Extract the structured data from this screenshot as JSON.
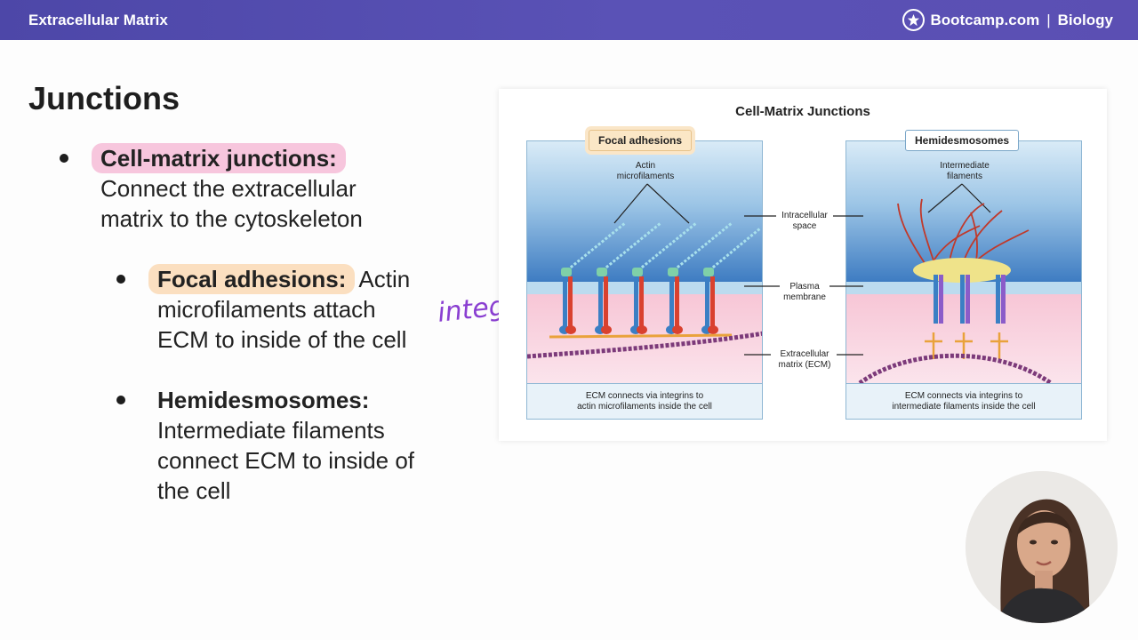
{
  "header": {
    "title": "Extracellular Matrix",
    "brand_name": "Bootcamp.com",
    "brand_separator": "|",
    "brand_subject": "Biology"
  },
  "slide": {
    "title": "Junctions",
    "items": [
      {
        "heading": "Cell-matrix junctions:",
        "line1": "Connect the extracellular",
        "line2": "matrix to the cytoskeleton"
      },
      {
        "heading": "Focal adhesions:",
        "inline": "Actin",
        "line1": "microfilaments attach",
        "line2": "ECM to inside of the cell"
      },
      {
        "heading": "Hemidesmosomes:",
        "line1": "Intermediate filaments",
        "line2": "connect ECM to inside of",
        "line3": "the cell"
      }
    ]
  },
  "figure": {
    "title": "Cell-Matrix Junctions",
    "left_panel": {
      "tag": "Focal adhesions",
      "filament_label_1": "Actin",
      "filament_label_2": "microfilaments",
      "caption_1": "ECM connects via integrins to",
      "caption_2": "actin microfilaments inside the cell"
    },
    "right_panel": {
      "tag": "Hemidesmosomes",
      "filament_label_1": "Intermediate",
      "filament_label_2": "filaments",
      "caption_1": "ECM connects via integrins to",
      "caption_2": "intermediate filaments inside the cell"
    },
    "center_labels": {
      "intracellular_1": "Intracellular",
      "intracellular_2": "space",
      "membrane_1": "Plasma",
      "membrane_2": "membrane",
      "ecm_1": "Extracellular",
      "ecm_2": "matrix (ECM)"
    },
    "annotation": "integrins",
    "colors": {
      "integrin_red": "#d9412f",
      "integrin_blue": "#3b7fc4",
      "integrin_purple": "#8b5cc9",
      "annotation": "#8a3fd1"
    }
  }
}
